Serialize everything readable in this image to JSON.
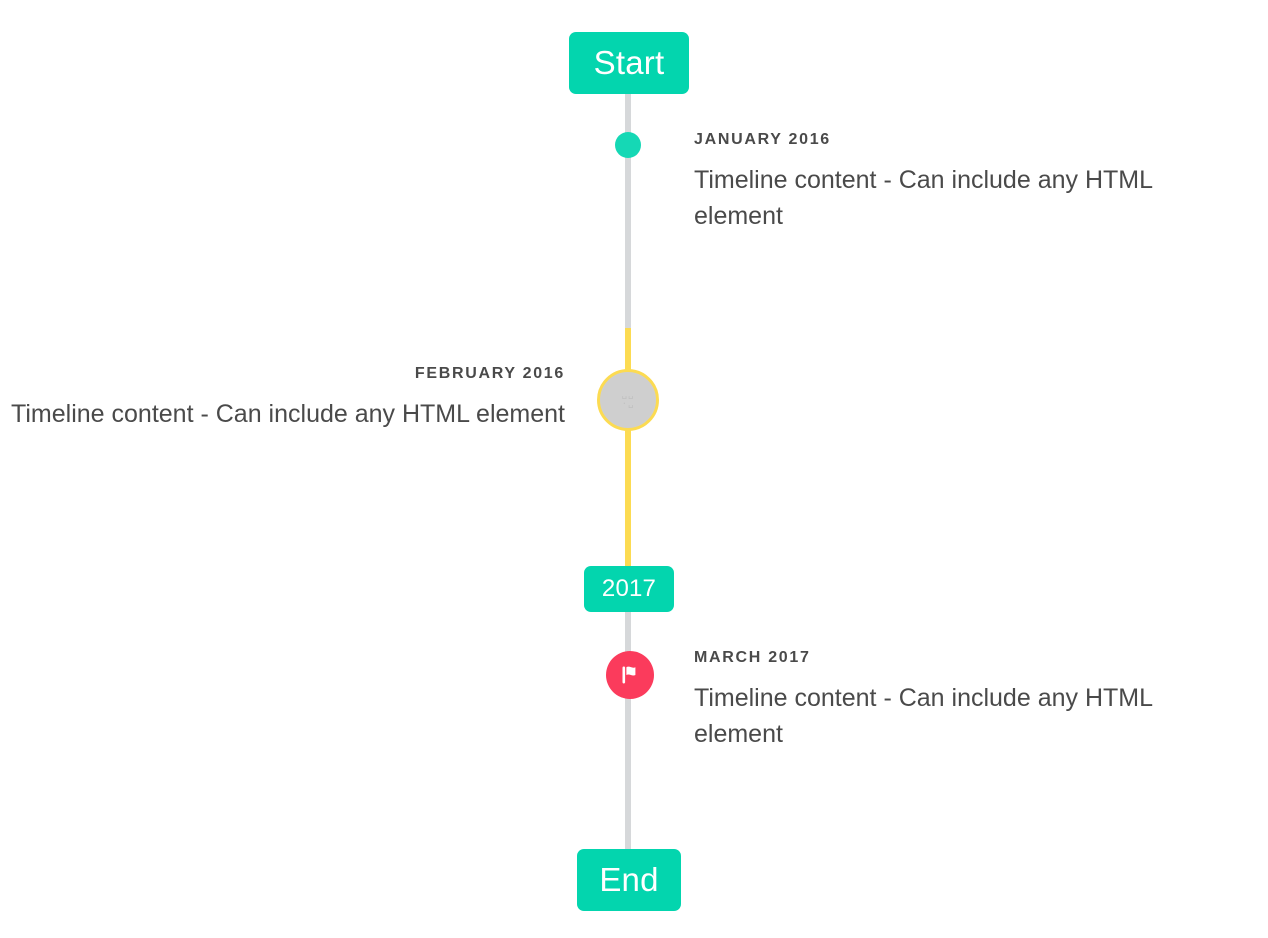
{
  "theme": {
    "background": "#ffffff",
    "accent_green": "#03d5ae",
    "dot_green": "#15d8b5",
    "rail_gray": "#d6d8da",
    "rail_yellow": "#fcdb52",
    "flag_red": "#fb3b5c",
    "placeholder_gray": "#cfcfcf",
    "text_color": "#4a4a4a"
  },
  "timeline": {
    "start_label": "Start",
    "year_label": "2017",
    "end_label": "End",
    "placeholder_glyph": "␣␣\n·␣",
    "entries": [
      {
        "date": "JANUARY 2016",
        "body": "Timeline content - Can include any HTML element",
        "side": "right",
        "marker": "dot-icon"
      },
      {
        "date": "FEBRUARY 2016",
        "body": "Timeline content - Can include any HTML element",
        "side": "left",
        "marker": "broken-image-icon"
      },
      {
        "date": "MARCH 2017",
        "body": "Timeline content - Can include any HTML element",
        "side": "right",
        "marker": "flag-icon"
      }
    ]
  }
}
